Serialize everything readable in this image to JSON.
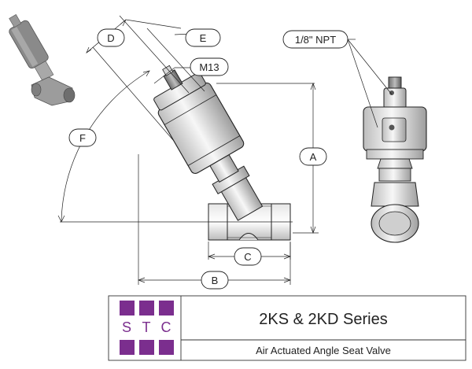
{
  "dimension_labels": {
    "a": "A",
    "b": "B",
    "c": "C",
    "d": "D",
    "e": "E",
    "f": "F",
    "m13": "M13",
    "npt": "1/8\" NPT"
  },
  "title_block": {
    "logo_letters": [
      "S",
      "T",
      "C"
    ],
    "series_title": "2KS & 2KD Series",
    "subtitle": "Air Actuated Angle Seat Valve"
  },
  "colors": {
    "logo_purple": "#7b2e8e",
    "line": "#222222",
    "metal_light": "#f2f2f2",
    "metal_mid": "#c9c9c9"
  }
}
